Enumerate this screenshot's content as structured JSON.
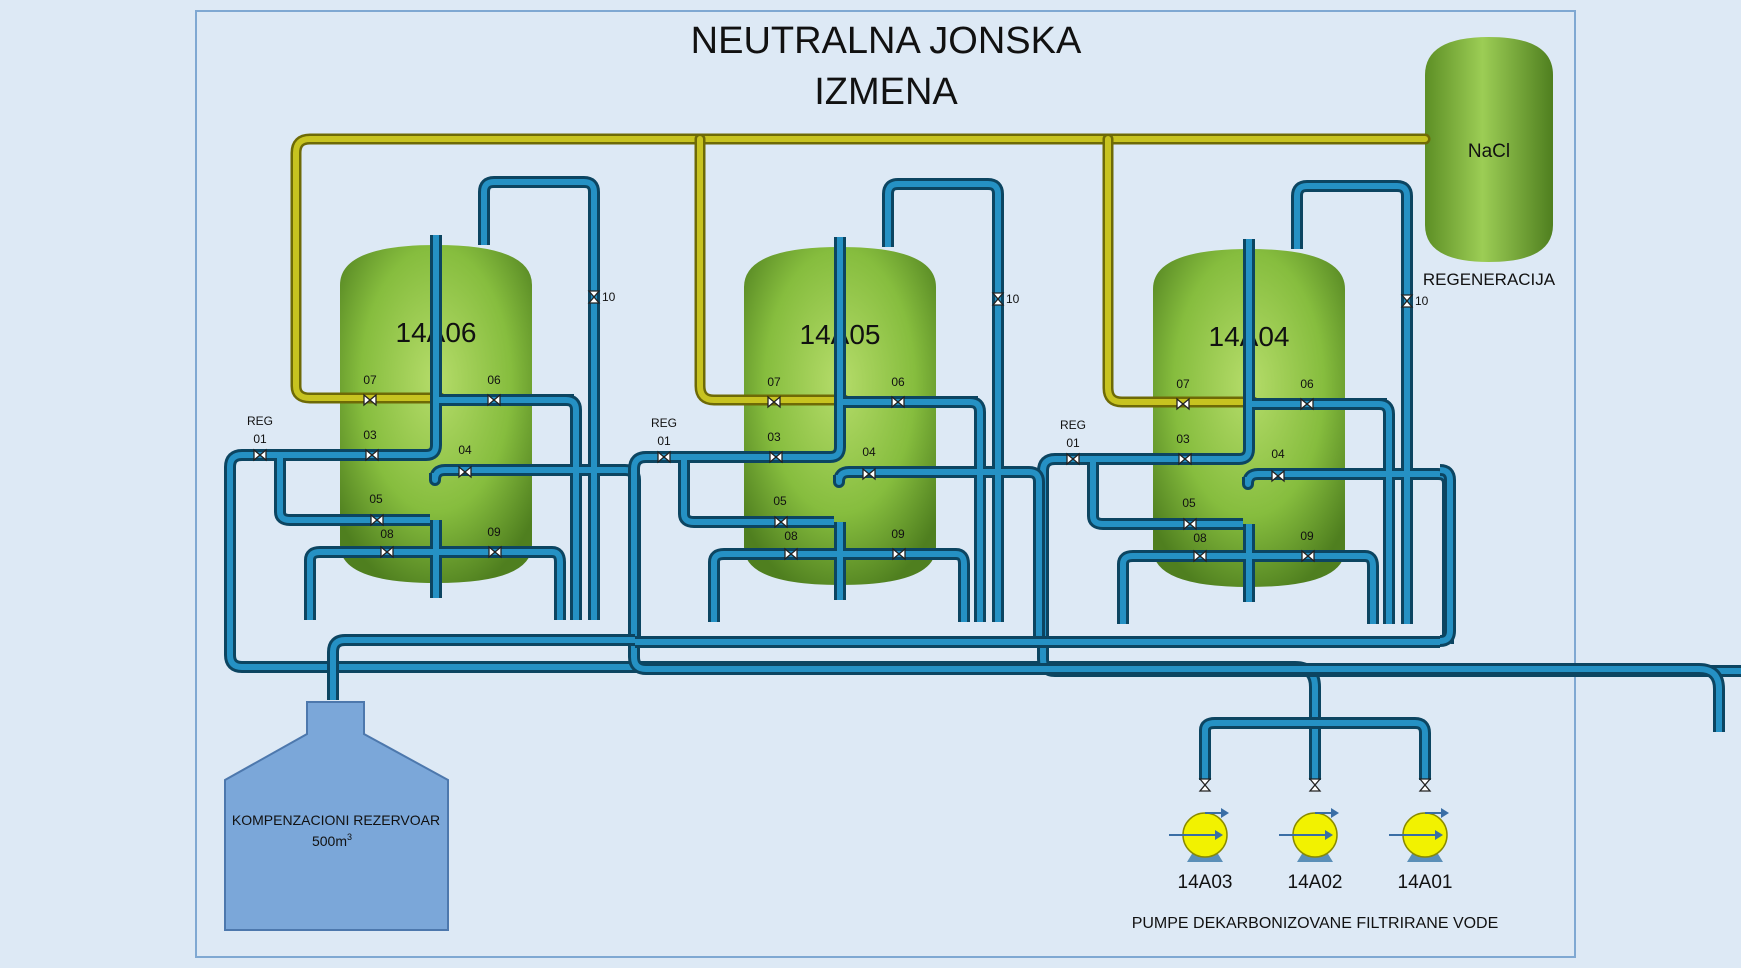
{
  "title": {
    "line1": "NEUTRALNA JONSKA",
    "line2": "IZMENA"
  },
  "regen": {
    "tank_label": "NaCl",
    "caption": "REGENERACIJA"
  },
  "tanks": [
    {
      "id": "14A06"
    },
    {
      "id": "14A05"
    },
    {
      "id": "14A04"
    }
  ],
  "valve_labels": {
    "reg": "REG",
    "v01": "01",
    "v03": "03",
    "v04": "04",
    "v05": "05",
    "v06": "06",
    "v07": "07",
    "v08": "08",
    "v09": "09",
    "v10": "10"
  },
  "reservoir": {
    "line1": "KOMPENZACIONI REZERVOAR",
    "line2": "500m",
    "sup": "3"
  },
  "pumps": [
    {
      "label": "14A03"
    },
    {
      "label": "14A02"
    },
    {
      "label": "14A01"
    }
  ],
  "pumps_caption": "PUMPE DEKARBONIZOVANE FILTRIRANE VODE",
  "colors": {
    "background": "#dde9f5",
    "tank_green": "#7fb33a",
    "water_pipe": "#1a6e9a",
    "brine_pipe": "#b7b31a",
    "reservoir": "#7ba7d9",
    "pump": "#f2f200"
  }
}
